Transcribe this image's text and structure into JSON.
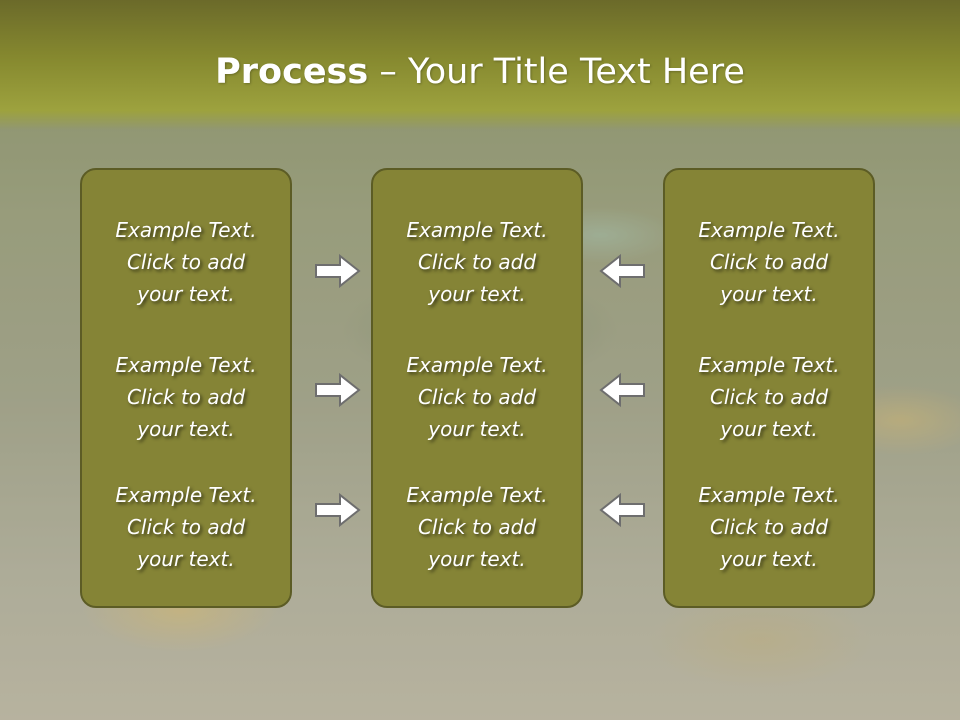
{
  "slide": {
    "title_bold": "Process",
    "title_rest": " – Your Title Text Here"
  },
  "panels": [
    {
      "blocks": [
        {
          "line1": "Example Text.",
          "line2": "Click  to add",
          "line3": "your text."
        },
        {
          "line1": "Example Text.",
          "line2": "Click  to add",
          "line3": "your text."
        },
        {
          "line1": "Example Text.",
          "line2": "Click  to add",
          "line3": "your text."
        }
      ]
    },
    {
      "blocks": [
        {
          "line1": "Example Text.",
          "line2": "Click  to add",
          "line3": "your text."
        },
        {
          "line1": "Example Text.",
          "line2": "Click  to add",
          "line3": "your text."
        },
        {
          "line1": "Example Text.",
          "line2": "Click  to add",
          "line3": "your text."
        }
      ]
    },
    {
      "blocks": [
        {
          "line1": "Example Text.",
          "line2": "Click  to add",
          "line3": "your text."
        },
        {
          "line1": "Example Text.",
          "line2": "Click  to add",
          "line3": "your text."
        },
        {
          "line1": "Example Text.",
          "line2": "Click  to add",
          "line3": "your text."
        }
      ]
    }
  ],
  "arrows": {
    "left_column": "arrow-right-icon",
    "right_column": "arrow-left-icon"
  },
  "colors": {
    "header": "#86892f",
    "panel_fill": "#858436",
    "panel_border": "#5c5c25",
    "arrow_fill": "#ffffff",
    "arrow_stroke": "#6e6e6e"
  }
}
